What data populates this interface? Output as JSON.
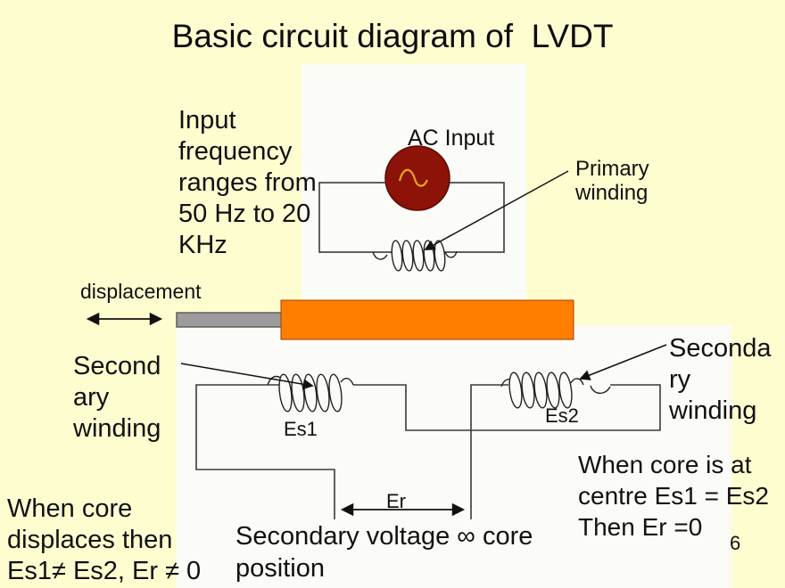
{
  "slide": {
    "title": "Basic circuit diagram of  LVDT",
    "page_number": "6"
  },
  "annotations": {
    "input_frequency": "Input\nfrequency\nranges from\n50 Hz to 20\nKHz",
    "ac_input": "AC Input",
    "primary_winding": "Primary\nwinding",
    "displacement": "displacement",
    "secondary_winding_left": "Second\nary\nwinding",
    "secondary_winding_right": "Seconda\nry\nwinding",
    "es1": "Es1",
    "es2": "Es2",
    "er": "Er",
    "core_centre_note": "When core is at\ncentre Es1 = Es2\nThen Er =0",
    "core_displaced_note": "When core\ndisplaces then\nEs1≠ Es2, Er ≠ 0",
    "secondary_voltage_note": "Secondary voltage ∞ core\nposition"
  },
  "colors": {
    "background": "#FEFDD0",
    "panel": "#FBFBF8",
    "core": "#FF7E00",
    "rod": "#9C9C9C",
    "ac_source": "#8D1208",
    "sine_wave": "#E5A41C",
    "wire": "#3A3A3A",
    "text": "#111111"
  }
}
